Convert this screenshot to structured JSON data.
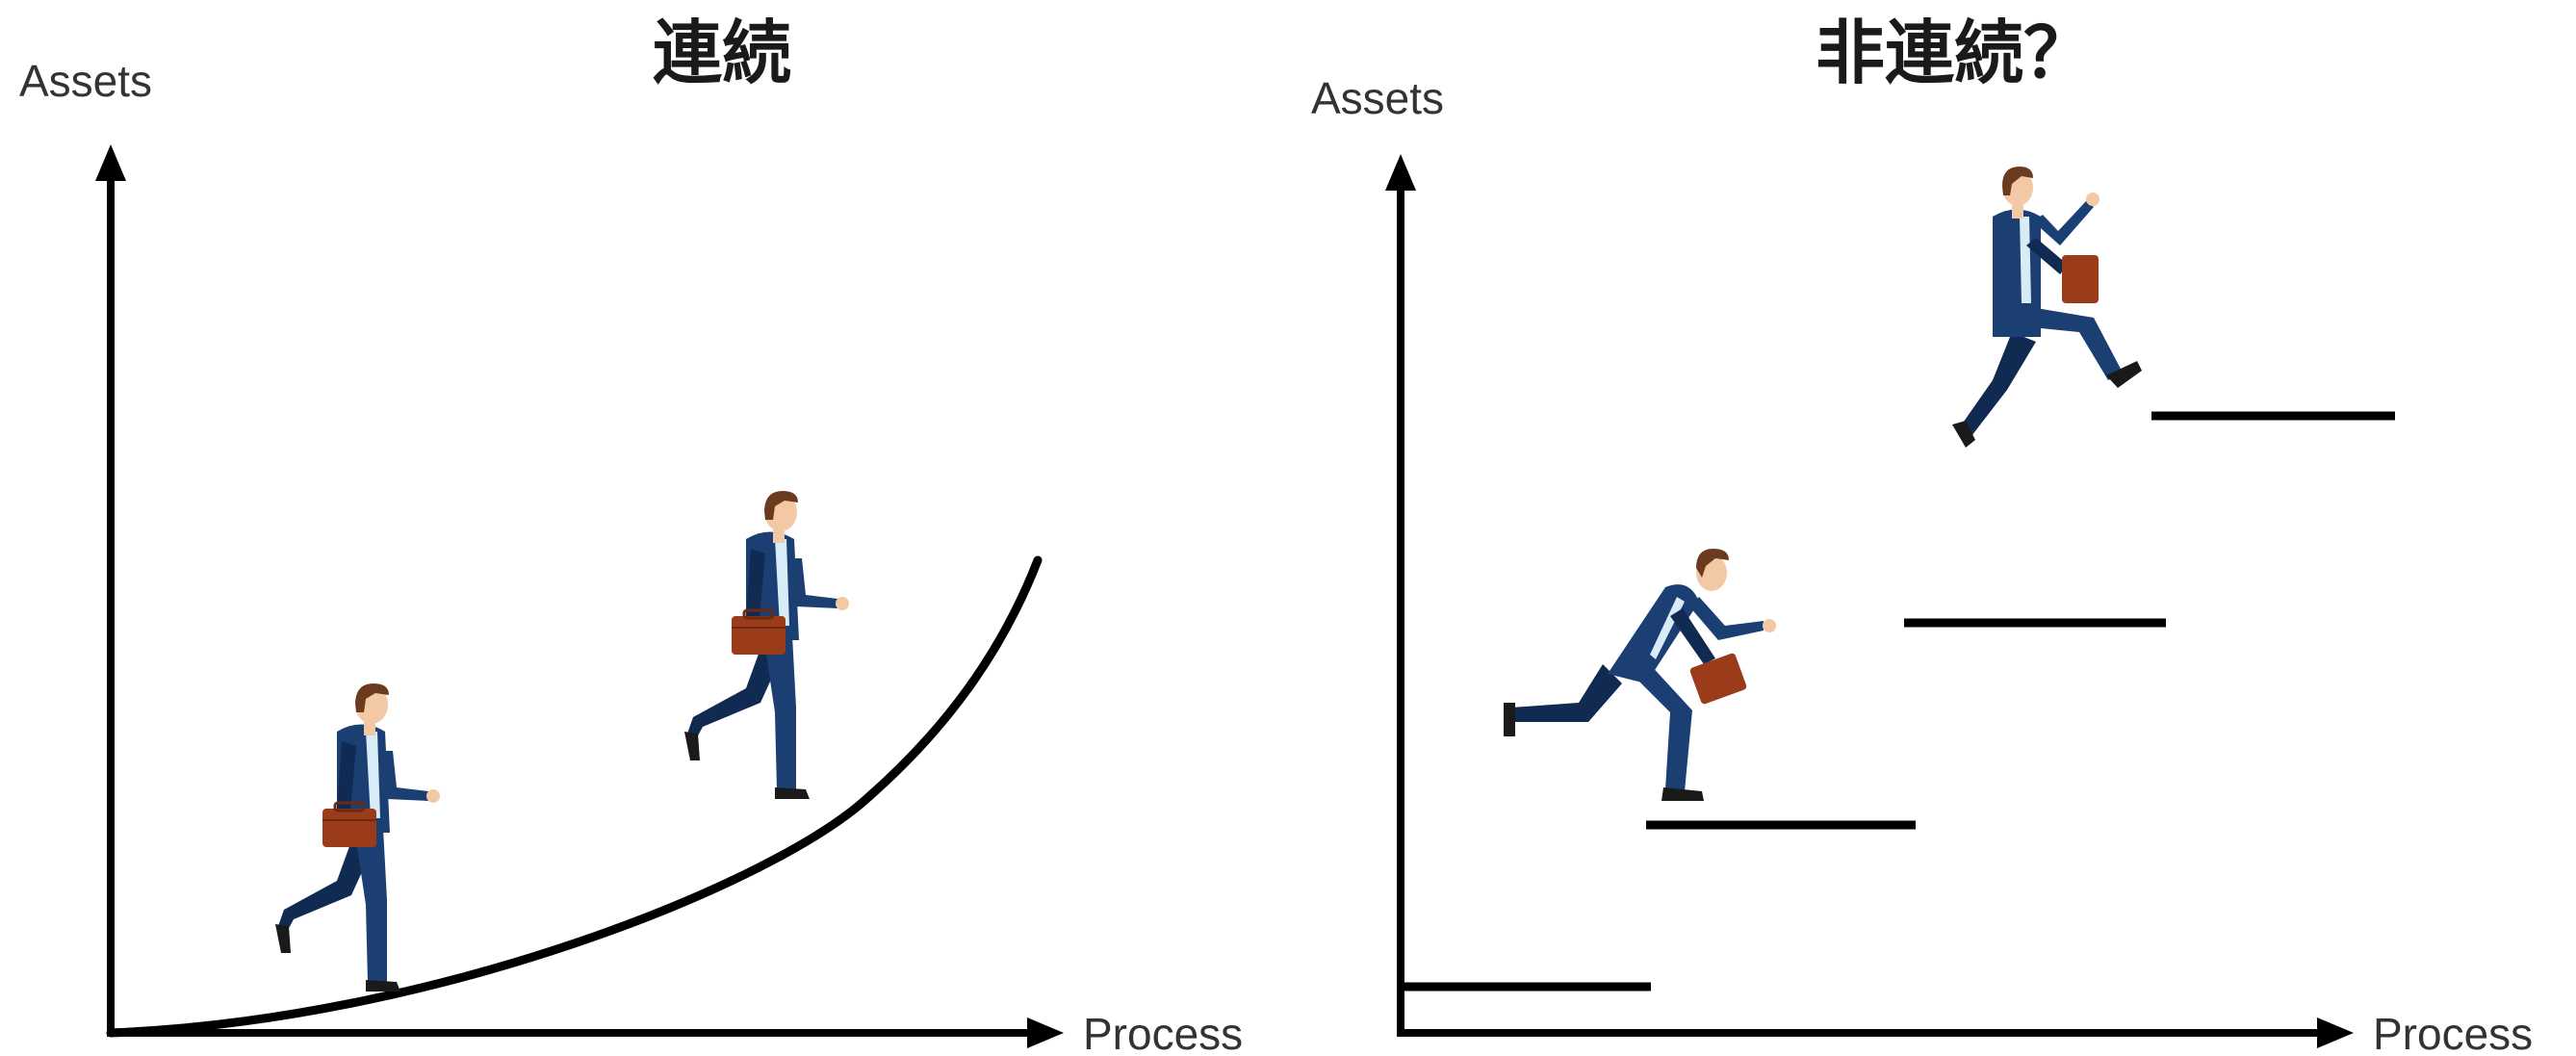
{
  "left_panel": {
    "title": "連続",
    "y_axis_label": "Assets",
    "x_axis_label": "Process"
  },
  "right_panel": {
    "title": "非連続？",
    "y_axis_label": "Assets",
    "x_axis_label": "Process"
  },
  "colors": {
    "axis": "#000000",
    "suit": "#1b3f73",
    "suit_shadow": "#102a52",
    "skin": "#f3c9a5",
    "hair": "#6b3a1f",
    "shirt": "#d8ecf7",
    "briefcase": "#9a3c1a",
    "shoe": "#1a1a1a"
  }
}
